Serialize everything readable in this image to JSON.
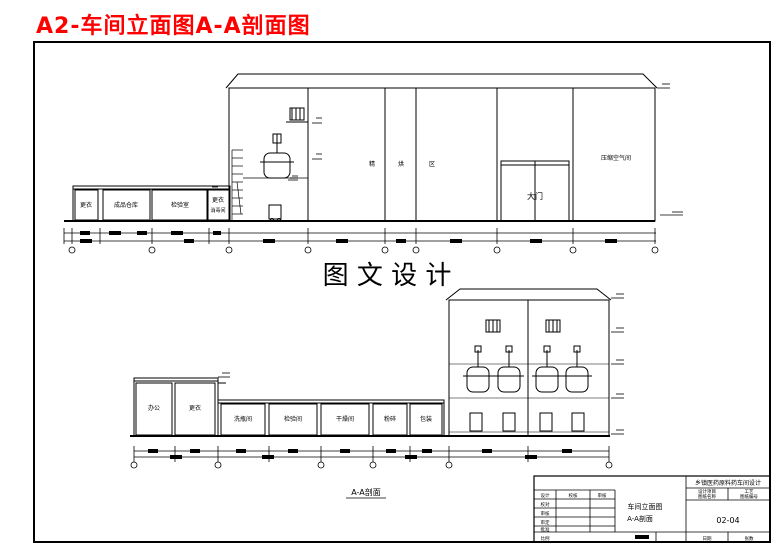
{
  "title": "A2-车间立面图A-A剖面图",
  "watermark": "图 文 设 计",
  "elevation": {
    "left_rooms": [
      "更衣",
      "成品仓库",
      "检验室",
      "更衣"
    ],
    "left_room_subtext": "消毒间",
    "hall_labels": [
      "精",
      "烘",
      "区"
    ],
    "door_label": "大门",
    "right_room": "压缩空气间"
  },
  "section": {
    "left_rooms": [
      "办公",
      "更衣"
    ],
    "corridor_rooms": [
      "洗瓶间",
      "检验间",
      "干燥间",
      "粉碎",
      "包装"
    ],
    "caption": "A-A剖面"
  },
  "title_block": {
    "project": "乡镇医药原料药车间设计",
    "drawing_name": [
      "车间立面图",
      "A-A剖面"
    ],
    "drawing_no": "02-04",
    "small_header": [
      "设计项目",
      "工艺",
      "图纸名称",
      "图纸编号"
    ],
    "roles": [
      "设计",
      "校对",
      "审核",
      "审定",
      "批准"
    ],
    "col_heads": [
      "设计",
      "校核",
      "审核"
    ],
    "footer": [
      "比例",
      "日期",
      "张数"
    ]
  }
}
